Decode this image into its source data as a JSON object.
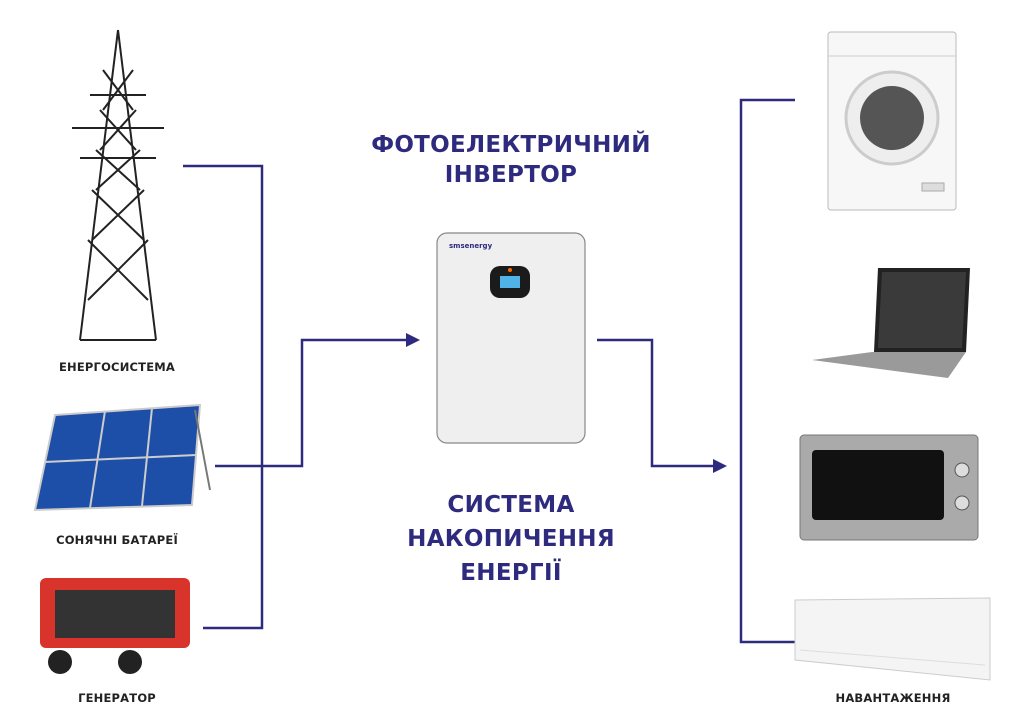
{
  "sources": [
    {
      "label": "ЕНЕРГОСИСТЕМА",
      "icon": "power-tower-icon"
    },
    {
      "label": "СОНЯЧНІ БАТАРЕЇ",
      "icon": "solar-panel-icon"
    },
    {
      "label": "ГЕНЕРАТОР",
      "icon": "generator-icon"
    }
  ],
  "inverter": {
    "title_line1": "ФОТОЕЛЕКТРИЧНИЙ",
    "title_line2": "ІНВЕРТОР",
    "brand": "smsenergy",
    "storage_line1": "СИСТЕМА",
    "storage_line2": "НАКОПИЧЕННЯ",
    "storage_line3": "ЕНЕРГІЇ"
  },
  "loads": {
    "label": "НАВАНТАЖЕННЯ",
    "items": [
      "washing-machine-icon",
      "laptop-icon",
      "microwave-icon",
      "air-conditioner-icon"
    ]
  },
  "colors": {
    "accent": "#2e2a7e"
  }
}
